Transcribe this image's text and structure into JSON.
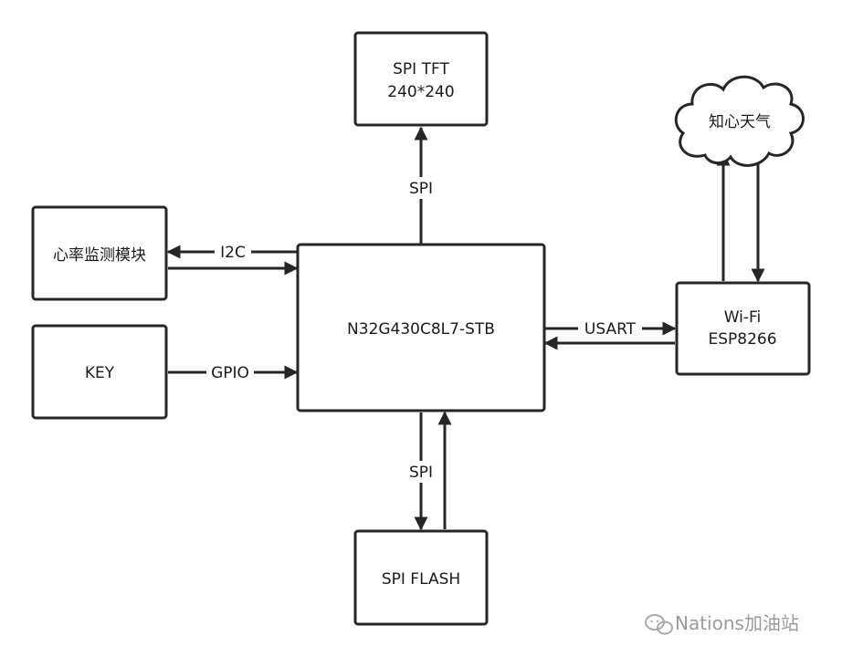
{
  "diagram": {
    "blocks": {
      "tft": {
        "line1": "SPI TFT",
        "line2": "240*240"
      },
      "cloud": {
        "label": "知心天气"
      },
      "heart": {
        "label": "心率监测模块"
      },
      "mcu": {
        "label": "N32G430C8L7-STB"
      },
      "key": {
        "label": "KEY"
      },
      "wifi": {
        "line1": "Wi-Fi",
        "line2": "ESP8266"
      },
      "flash": {
        "label": "SPI FLASH"
      }
    },
    "connections": {
      "spi_top": "SPI",
      "i2c": "I2C",
      "gpio": "GPIO",
      "usart": "USART",
      "spi_bottom": "SPI"
    }
  },
  "watermark": {
    "text": "Nations加油站",
    "icon": "wechat-icon"
  }
}
